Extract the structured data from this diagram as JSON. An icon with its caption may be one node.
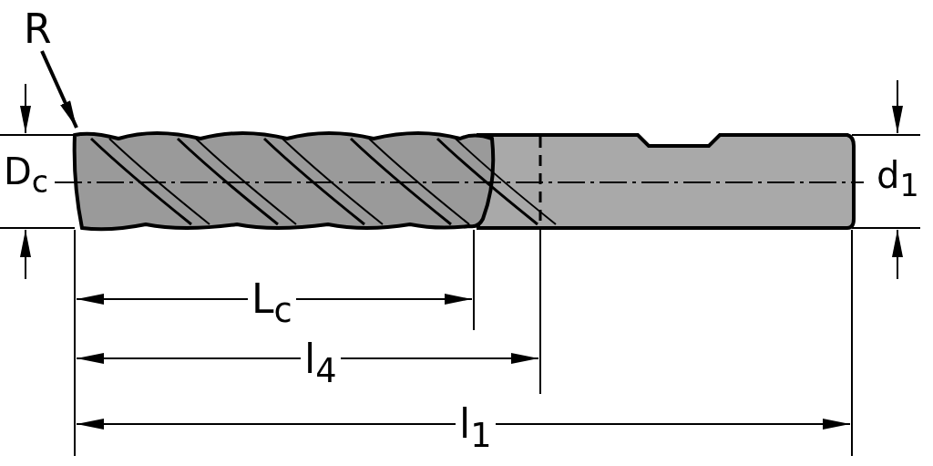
{
  "diagram": {
    "nodes": [
      {
        "text": [
          "R"
        ]
      },
      {
        "text": [],
        "shape": "picture"
      }
    ],
    "edges": [
      {
        "from": 0,
        "to": 1,
        "arrow": "to"
      }
    ],
    "labels": [
      "D$_{c}$",
      "d$_{1}$",
      "L$_{c}$",
      "l$_{4}$",
      "l$_{1}$"
    ]
  }
}
